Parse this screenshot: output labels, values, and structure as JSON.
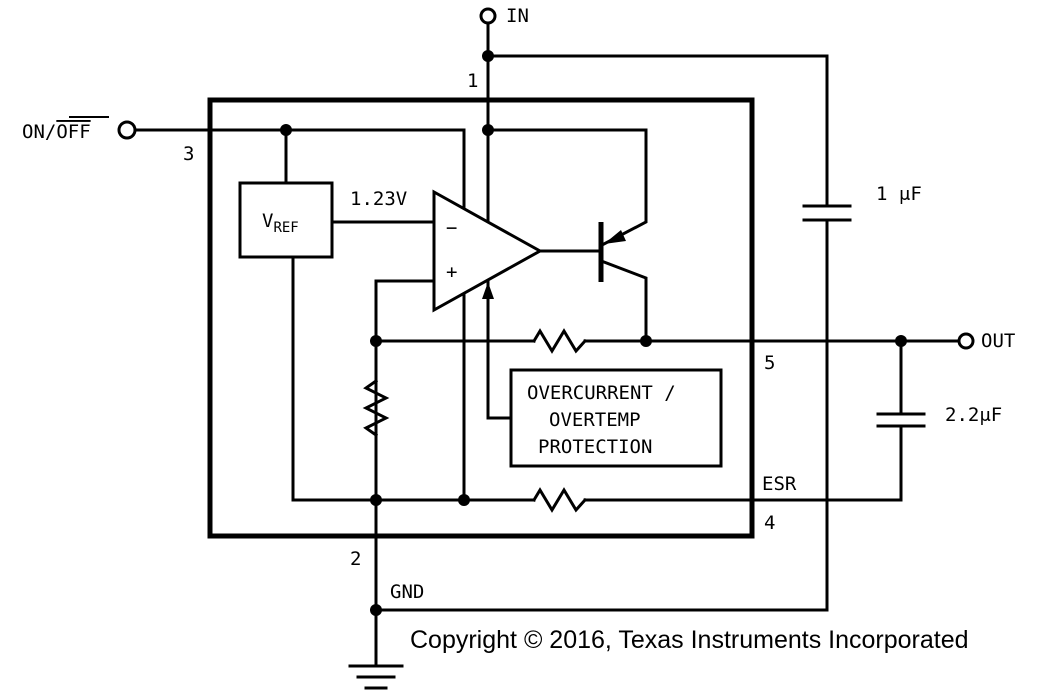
{
  "pins": {
    "in": "IN",
    "out": "OUT",
    "on_off_prefix": "ON/",
    "on_off_bar": "OFF",
    "esr": "ESR",
    "gnd": "GND"
  },
  "pin_numbers": {
    "in": "1",
    "gnd": "2",
    "on_off": "3",
    "esr": "4",
    "out": "5"
  },
  "internal": {
    "vref_main": "V",
    "vref_sub": "REF",
    "reference_voltage": "1.23V",
    "opamp_minus": "−",
    "opamp_plus": "+",
    "protection_line1": "OVERCURRENT /",
    "protection_line2": "OVERTEMP",
    "protection_line3": "PROTECTION"
  },
  "components": {
    "input_cap": "1 μF",
    "output_cap": "2.2μF"
  },
  "copyright": "Copyright © 2016, Texas Instruments Incorporated"
}
